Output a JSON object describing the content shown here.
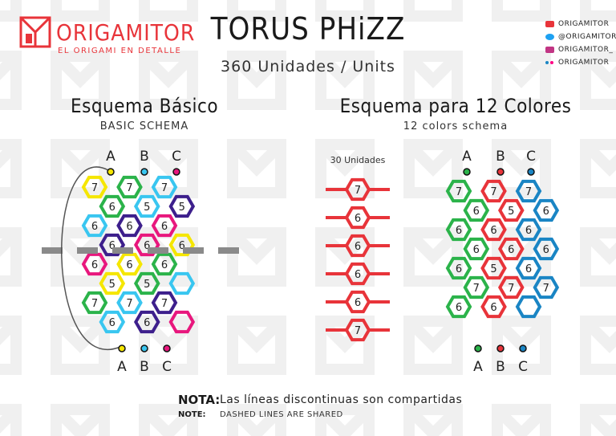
{
  "brand": {
    "name": "ORIGAMITOR",
    "tagline": "EL ORIGAMI EN DETALLE",
    "accent": "#e8343a"
  },
  "header": {
    "title": "TORUS PHiZZ",
    "subtitle": "360 Unidades / Units"
  },
  "social": [
    {
      "icon": "youtube-icon",
      "label": "ORIGAMITOR",
      "color": "#e8343a"
    },
    {
      "icon": "twitter-icon",
      "label": "@ORIGAMITOR",
      "color": "#1da1f2"
    },
    {
      "icon": "instagram-icon",
      "label": "ORIGAMITOR_",
      "color": "#c13584"
    },
    {
      "icon": "flickr-icon",
      "label": "ORIGAMITOR",
      "color": "#ff0084"
    }
  ],
  "basic": {
    "title": "Esquema Básico",
    "subtitle": "BASIC SCHEMA",
    "top_labels": [
      "A",
      "B",
      "C"
    ],
    "bottom_labels": [
      "A",
      "B",
      "C"
    ],
    "grid": [
      [
        "7",
        "7",
        "7"
      ],
      [
        "6",
        "5",
        "5"
      ],
      [
        "6",
        "6",
        "6"
      ],
      [
        "6",
        "6",
        "6"
      ],
      [
        "6",
        "6",
        "6"
      ],
      [
        "5",
        "5",
        ""
      ],
      [
        "7",
        "7",
        "7"
      ],
      [
        "6",
        "6",
        ""
      ]
    ],
    "colors": [
      "#f5e600",
      "#2bb34a",
      "#39c6f0",
      "#3d1f8c",
      "#e8177d"
    ]
  },
  "twelve": {
    "title": "Esquema para 12 Colores",
    "subtitle": "12 colors schema",
    "column_label": "30 Unidades",
    "column_numbers": [
      "7",
      "6",
      "6",
      "6",
      "6",
      "7"
    ],
    "top_labels": [
      "A",
      "B",
      "C"
    ],
    "bottom_labels": [
      "A",
      "B",
      "C"
    ],
    "grid": [
      [
        "7",
        "7",
        "7"
      ],
      [
        "6",
        "5",
        "6"
      ],
      [
        "6",
        "6",
        "6"
      ],
      [
        "6",
        "6",
        "6"
      ],
      [
        "6",
        "5",
        "6"
      ],
      [
        "7",
        "7",
        "7"
      ],
      [
        "6",
        "6",
        ""
      ]
    ],
    "colors": [
      "#2bb34a",
      "#e8343a",
      "#1a85c4"
    ]
  },
  "note": {
    "label": "NOTA:",
    "text": "Las líneas discontinuas son compartidas",
    "label_en": "NOTE:",
    "text_en": "DASHED LINES ARE SHARED"
  }
}
